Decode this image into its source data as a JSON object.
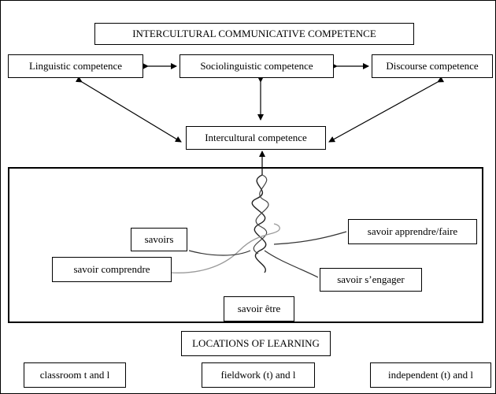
{
  "diagram": {
    "title": "INTERCULTURAL COMMUNICATIVE COMPETENCE",
    "competences": {
      "linguistic": "Linguistic competence",
      "sociolinguistic": "Sociolinguistic competence",
      "discourse": "Discourse competence",
      "intercultural": "Intercultural competence"
    },
    "savoirs": {
      "savoirs": "savoirs",
      "apprendre_faire": "savoir apprendre/faire",
      "comprendre": "savoir comprendre",
      "engager": "savoir s’engager",
      "etre": "savoir être"
    },
    "locations": {
      "heading": "LOCATIONS OF LEARNING",
      "classroom": "classroom t and l",
      "fieldwork": "fieldwork (t) and l",
      "independent": "independent (t) and l"
    }
  }
}
